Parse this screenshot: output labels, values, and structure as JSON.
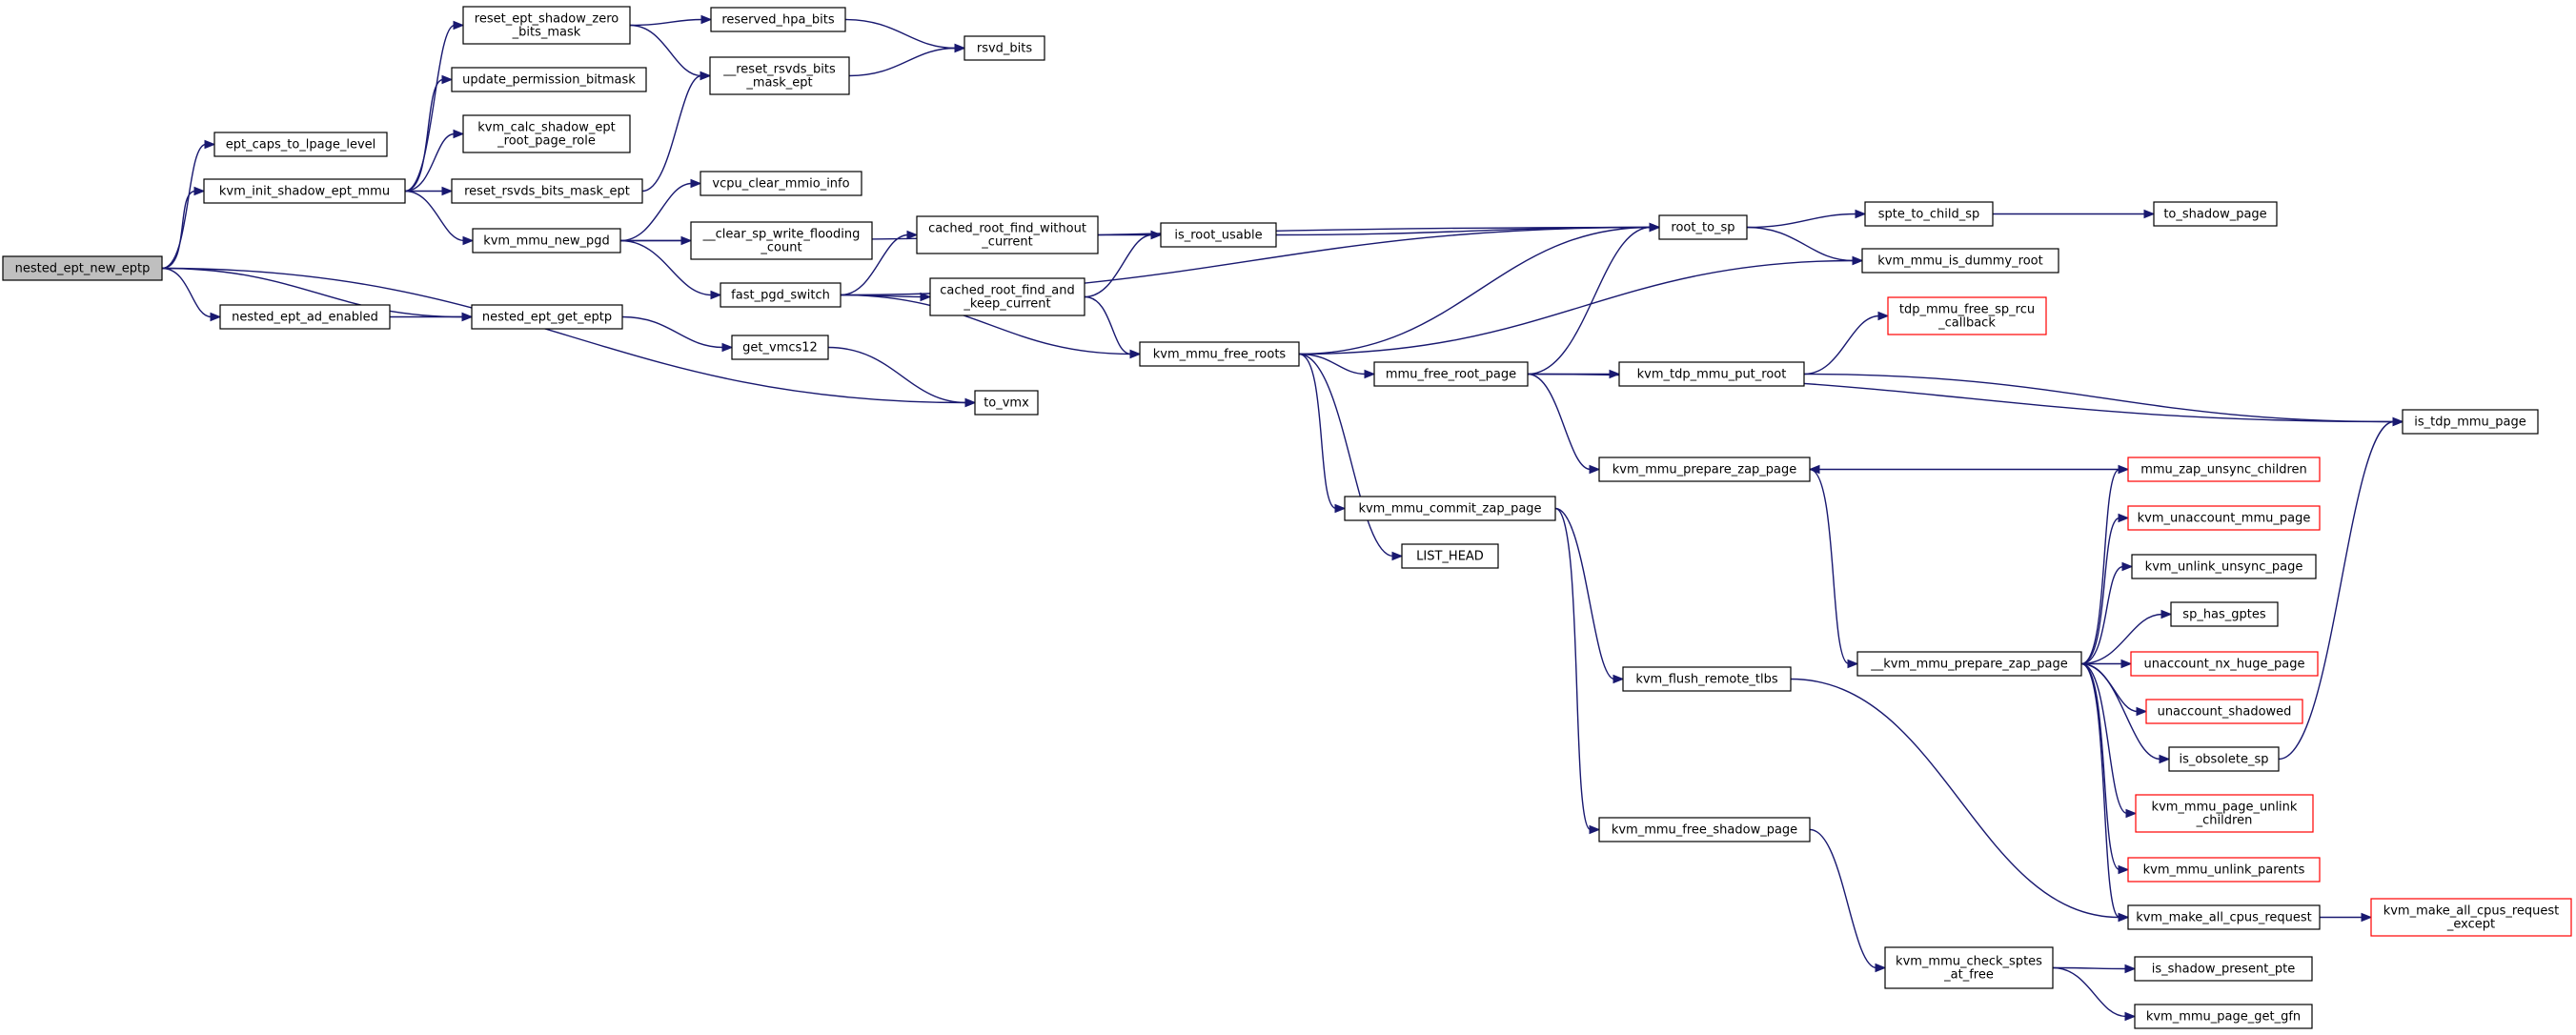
{
  "colors": {
    "edge": "#191970",
    "node_border": "#000000",
    "node_border_incomplete": "#ff0000",
    "root_fill": "#bfbfbf",
    "node_fill": "#ffffff"
  },
  "nodes": [
    {
      "id": "nested_ept_new_eptp",
      "lines": [
        "nested_ept_new_eptp"
      ],
      "root": true
    },
    {
      "id": "ept_caps_to_lpage_level",
      "lines": [
        "ept_caps_to_lpage_level"
      ]
    },
    {
      "id": "kvm_init_shadow_ept_mmu",
      "lines": [
        "kvm_init_shadow_ept_mmu"
      ]
    },
    {
      "id": "reset_ept_shadow_zero_bits_mask",
      "lines": [
        "reset_ept_shadow_zero",
        "_bits_mask"
      ]
    },
    {
      "id": "update_permission_bitmask",
      "lines": [
        "update_permission_bitmask"
      ]
    },
    {
      "id": "kvm_calc_shadow_ept_root_page_role",
      "lines": [
        "kvm_calc_shadow_ept",
        "_root_page_role"
      ]
    },
    {
      "id": "reset_rsvds_bits_mask_ept",
      "lines": [
        "reset_rsvds_bits_mask_ept"
      ]
    },
    {
      "id": "kvm_mmu_new_pgd",
      "lines": [
        "kvm_mmu_new_pgd"
      ]
    },
    {
      "id": "nested_ept_ad_enabled",
      "lines": [
        "nested_ept_ad_enabled"
      ]
    },
    {
      "id": "nested_ept_get_eptp",
      "lines": [
        "nested_ept_get_eptp"
      ]
    },
    {
      "id": "reserved_hpa_bits",
      "lines": [
        "reserved_hpa_bits"
      ]
    },
    {
      "id": "__reset_rsvds_bits_mask_ept",
      "lines": [
        "__reset_rsvds_bits",
        "_mask_ept"
      ]
    },
    {
      "id": "rsvd_bits",
      "lines": [
        "rsvd_bits"
      ]
    },
    {
      "id": "vcpu_clear_mmio_info",
      "lines": [
        "vcpu_clear_mmio_info"
      ]
    },
    {
      "id": "__clear_sp_write_flooding_count",
      "lines": [
        "__clear_sp_write_flooding",
        "_count"
      ]
    },
    {
      "id": "fast_pgd_switch",
      "lines": [
        "fast_pgd_switch"
      ]
    },
    {
      "id": "get_vmcs12",
      "lines": [
        "get_vmcs12"
      ]
    },
    {
      "id": "to_vmx",
      "lines": [
        "to_vmx"
      ]
    },
    {
      "id": "cached_root_find_without_current",
      "lines": [
        "cached_root_find_without",
        "_current"
      ]
    },
    {
      "id": "cached_root_find_and_keep_current",
      "lines": [
        "cached_root_find_and",
        "_keep_current"
      ]
    },
    {
      "id": "is_root_usable",
      "lines": [
        "is_root_usable"
      ]
    },
    {
      "id": "kvm_mmu_free_roots",
      "lines": [
        "kvm_mmu_free_roots"
      ]
    },
    {
      "id": "root_to_sp",
      "lines": [
        "root_to_sp"
      ]
    },
    {
      "id": "spte_to_child_sp",
      "lines": [
        "spte_to_child_sp"
      ]
    },
    {
      "id": "to_shadow_page",
      "lines": [
        "to_shadow_page"
      ]
    },
    {
      "id": "kvm_mmu_is_dummy_root",
      "lines": [
        "kvm_mmu_is_dummy_root"
      ]
    },
    {
      "id": "tdp_mmu_free_sp_rcu_callback",
      "lines": [
        "tdp_mmu_free_sp_rcu",
        "_callback"
      ],
      "incomplete": true
    },
    {
      "id": "mmu_free_root_page",
      "lines": [
        "mmu_free_root_page"
      ]
    },
    {
      "id": "kvm_tdp_mmu_put_root",
      "lines": [
        "kvm_tdp_mmu_put_root"
      ]
    },
    {
      "id": "is_tdp_mmu_page",
      "lines": [
        "is_tdp_mmu_page"
      ]
    },
    {
      "id": "kvm_mmu_prepare_zap_page",
      "lines": [
        "kvm_mmu_prepare_zap_page"
      ]
    },
    {
      "id": "mmu_zap_unsync_children",
      "lines": [
        "mmu_zap_unsync_children"
      ],
      "incomplete": true
    },
    {
      "id": "kvm_mmu_commit_zap_page",
      "lines": [
        "kvm_mmu_commit_zap_page"
      ]
    },
    {
      "id": "kvm_unaccount_mmu_page",
      "lines": [
        "kvm_unaccount_mmu_page"
      ],
      "incomplete": true
    },
    {
      "id": "LIST_HEAD",
      "lines": [
        "LIST_HEAD"
      ]
    },
    {
      "id": "kvm_unlink_unsync_page",
      "lines": [
        "kvm_unlink_unsync_page"
      ]
    },
    {
      "id": "sp_has_gptes",
      "lines": [
        "sp_has_gptes"
      ]
    },
    {
      "id": "__kvm_mmu_prepare_zap_page",
      "lines": [
        "__kvm_mmu_prepare_zap_page"
      ]
    },
    {
      "id": "unaccount_nx_huge_page",
      "lines": [
        "unaccount_nx_huge_page"
      ],
      "incomplete": true
    },
    {
      "id": "kvm_flush_remote_tlbs",
      "lines": [
        "kvm_flush_remote_tlbs"
      ]
    },
    {
      "id": "unaccount_shadowed",
      "lines": [
        "unaccount_shadowed"
      ],
      "incomplete": true
    },
    {
      "id": "is_obsolete_sp",
      "lines": [
        "is_obsolete_sp"
      ]
    },
    {
      "id": "kvm_mmu_page_unlink_children",
      "lines": [
        "kvm_mmu_page_unlink",
        "_children"
      ],
      "incomplete": true
    },
    {
      "id": "kvm_mmu_free_shadow_page",
      "lines": [
        "kvm_mmu_free_shadow_page"
      ]
    },
    {
      "id": "kvm_mmu_unlink_parents",
      "lines": [
        "kvm_mmu_unlink_parents"
      ],
      "incomplete": true
    },
    {
      "id": "kvm_make_all_cpus_request",
      "lines": [
        "kvm_make_all_cpus_request"
      ]
    },
    {
      "id": "kvm_make_all_cpus_request_except",
      "lines": [
        "kvm_make_all_cpus_request",
        "_except"
      ],
      "incomplete": true
    },
    {
      "id": "kvm_mmu_check_sptes_at_free",
      "lines": [
        "kvm_mmu_check_sptes",
        "_at_free"
      ]
    },
    {
      "id": "is_shadow_present_pte",
      "lines": [
        "is_shadow_present_pte"
      ]
    },
    {
      "id": "kvm_mmu_page_get_gfn",
      "lines": [
        "kvm_mmu_page_get_gfn"
      ]
    }
  ],
  "edges": [
    [
      "nested_ept_new_eptp",
      "ept_caps_to_lpage_level"
    ],
    [
      "nested_ept_new_eptp",
      "kvm_init_shadow_ept_mmu"
    ],
    [
      "nested_ept_new_eptp",
      "nested_ept_ad_enabled"
    ],
    [
      "nested_ept_new_eptp",
      "nested_ept_get_eptp"
    ],
    [
      "nested_ept_new_eptp",
      "to_vmx"
    ],
    [
      "kvm_init_shadow_ept_mmu",
      "reset_ept_shadow_zero_bits_mask"
    ],
    [
      "kvm_init_shadow_ept_mmu",
      "update_permission_bitmask"
    ],
    [
      "kvm_init_shadow_ept_mmu",
      "kvm_calc_shadow_ept_root_page_role"
    ],
    [
      "kvm_init_shadow_ept_mmu",
      "reset_rsvds_bits_mask_ept"
    ],
    [
      "kvm_init_shadow_ept_mmu",
      "kvm_mmu_new_pgd"
    ],
    [
      "reset_ept_shadow_zero_bits_mask",
      "reserved_hpa_bits"
    ],
    [
      "reset_ept_shadow_zero_bits_mask",
      "__reset_rsvds_bits_mask_ept"
    ],
    [
      "reserved_hpa_bits",
      "rsvd_bits"
    ],
    [
      "__reset_rsvds_bits_mask_ept",
      "rsvd_bits"
    ],
    [
      "reset_rsvds_bits_mask_ept",
      "__reset_rsvds_bits_mask_ept"
    ],
    [
      "kvm_mmu_new_pgd",
      "vcpu_clear_mmio_info"
    ],
    [
      "kvm_mmu_new_pgd",
      "__clear_sp_write_flooding_count"
    ],
    [
      "kvm_mmu_new_pgd",
      "fast_pgd_switch"
    ],
    [
      "kvm_mmu_new_pgd",
      "root_to_sp"
    ],
    [
      "nested_ept_ad_enabled",
      "nested_ept_get_eptp"
    ],
    [
      "nested_ept_get_eptp",
      "get_vmcs12"
    ],
    [
      "get_vmcs12",
      "to_vmx"
    ],
    [
      "fast_pgd_switch",
      "cached_root_find_without_current"
    ],
    [
      "fast_pgd_switch",
      "cached_root_find_and_keep_current"
    ],
    [
      "fast_pgd_switch",
      "kvm_mmu_free_roots"
    ],
    [
      "fast_pgd_switch",
      "root_to_sp"
    ],
    [
      "cached_root_find_without_current",
      "is_root_usable"
    ],
    [
      "cached_root_find_and_keep_current",
      "is_root_usable"
    ],
    [
      "cached_root_find_and_keep_current",
      "kvm_mmu_free_roots"
    ],
    [
      "is_root_usable",
      "root_to_sp"
    ],
    [
      "kvm_mmu_free_roots",
      "root_to_sp"
    ],
    [
      "kvm_mmu_free_roots",
      "kvm_mmu_is_dummy_root"
    ],
    [
      "kvm_mmu_free_roots",
      "mmu_free_root_page"
    ],
    [
      "kvm_mmu_free_roots",
      "kvm_mmu_commit_zap_page"
    ],
    [
      "kvm_mmu_free_roots",
      "LIST_HEAD"
    ],
    [
      "root_to_sp",
      "spte_to_child_sp"
    ],
    [
      "root_to_sp",
      "kvm_mmu_is_dummy_root"
    ],
    [
      "spte_to_child_sp",
      "to_shadow_page"
    ],
    [
      "mmu_free_root_page",
      "root_to_sp"
    ],
    [
      "mmu_free_root_page",
      "kvm_tdp_mmu_put_root"
    ],
    [
      "mmu_free_root_page",
      "is_tdp_mmu_page"
    ],
    [
      "mmu_free_root_page",
      "kvm_mmu_prepare_zap_page"
    ],
    [
      "kvm_tdp_mmu_put_root",
      "tdp_mmu_free_sp_rcu_callback"
    ],
    [
      "kvm_tdp_mmu_put_root",
      "is_tdp_mmu_page"
    ],
    [
      "kvm_mmu_prepare_zap_page",
      "__kvm_mmu_prepare_zap_page"
    ],
    [
      "mmu_zap_unsync_children",
      "kvm_mmu_prepare_zap_page"
    ],
    [
      "__kvm_mmu_prepare_zap_page",
      "mmu_zap_unsync_children"
    ],
    [
      "__kvm_mmu_prepare_zap_page",
      "kvm_unaccount_mmu_page"
    ],
    [
      "__kvm_mmu_prepare_zap_page",
      "kvm_unlink_unsync_page"
    ],
    [
      "__kvm_mmu_prepare_zap_page",
      "sp_has_gptes"
    ],
    [
      "__kvm_mmu_prepare_zap_page",
      "unaccount_nx_huge_page"
    ],
    [
      "__kvm_mmu_prepare_zap_page",
      "unaccount_shadowed"
    ],
    [
      "__kvm_mmu_prepare_zap_page",
      "is_obsolete_sp"
    ],
    [
      "__kvm_mmu_prepare_zap_page",
      "kvm_mmu_page_unlink_children"
    ],
    [
      "__kvm_mmu_prepare_zap_page",
      "kvm_mmu_unlink_parents"
    ],
    [
      "__kvm_mmu_prepare_zap_page",
      "kvm_make_all_cpus_request"
    ],
    [
      "is_obsolete_sp",
      "is_tdp_mmu_page"
    ],
    [
      "kvm_mmu_commit_zap_page",
      "kvm_flush_remote_tlbs"
    ],
    [
      "kvm_mmu_commit_zap_page",
      "kvm_mmu_free_shadow_page"
    ],
    [
      "kvm_flush_remote_tlbs",
      "kvm_make_all_cpus_request"
    ],
    [
      "kvm_make_all_cpus_request",
      "kvm_make_all_cpus_request_except"
    ],
    [
      "kvm_mmu_free_shadow_page",
      "kvm_mmu_check_sptes_at_free"
    ],
    [
      "kvm_mmu_check_sptes_at_free",
      "is_shadow_present_pte"
    ],
    [
      "kvm_mmu_check_sptes_at_free",
      "kvm_mmu_page_get_gfn"
    ]
  ]
}
